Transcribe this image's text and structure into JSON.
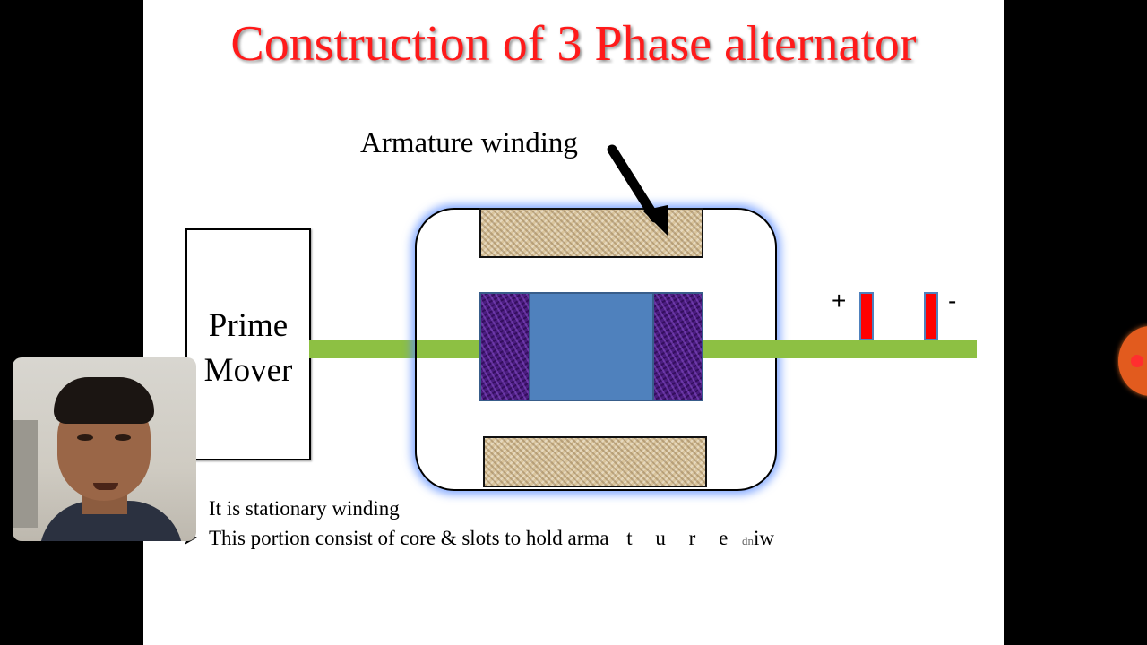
{
  "slide": {
    "title": "Construction of 3 Phase alternator",
    "title_color": "#ff1a1a"
  },
  "diagram": {
    "armature_label": "Armature winding",
    "prime_mover_line1": "Prime",
    "prime_mover_line2": "Mover",
    "plus_sign": "+",
    "minus_sign": "-",
    "colors": {
      "shaft": "#8dc043",
      "rotor_core": "#4f81bd",
      "field_poles": "#4b1d80",
      "armature_coil": "#d9c49c",
      "slip_ring_brush": "#ff0000",
      "stator_glow": "#5a8cff"
    }
  },
  "captions": {
    "line1": "It is stationary winding",
    "line2_main": "This portion consist of core & slots to hold arma",
    "line2_animated": "t u r e",
    "line2_ghost": "dn",
    "line2_end": "iw"
  },
  "overlay": {
    "webcam": "presenter webcam feed",
    "record_button_icon": "record-icon"
  }
}
